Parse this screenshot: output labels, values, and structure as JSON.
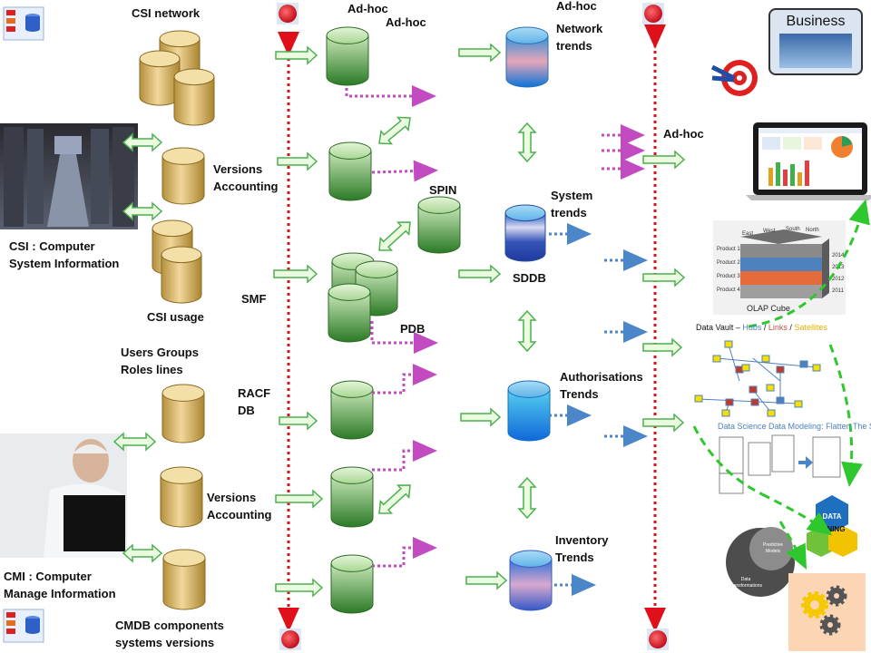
{
  "labels": {
    "csi_network": "CSI network",
    "adhoc_1": "Ad-hoc",
    "adhoc_2": "Ad-hoc",
    "adhoc_3": "Ad-hoc",
    "adhoc_4": "Ad-hoc",
    "network_trends": [
      "Network",
      "trends"
    ],
    "versions_accounting_1": [
      "Versions",
      "Accounting"
    ],
    "spin": "SPIN",
    "system_trends": [
      "System",
      "trends"
    ],
    "csi_title": [
      "CSI : Computer",
      "System Information"
    ],
    "sddb": "SDDB",
    "smf": "SMF",
    "csi_usage": "CSI usage",
    "pdb": "PDB",
    "users_groups": [
      "Users Groups",
      "Roles lines"
    ],
    "racf_db": [
      "RACF",
      "DB"
    ],
    "authorisations_trends": [
      "Authorisations",
      "Trends"
    ],
    "versions_accounting_2": [
      "Versions",
      "Accounting"
    ],
    "inventory_trends": [
      "Inventory",
      "Trends"
    ],
    "cmi_title": [
      "CMI : Computer",
      "Manage Information"
    ],
    "cmdb": [
      "CMDB components",
      "systems versions"
    ],
    "business": "Business",
    "olap_cube": "OLAP Cube",
    "data_vault": {
      "prefix": "Data Vault – ",
      "hubs": "Hubs",
      "sep1": " / ",
      "links": "Links",
      "sep2": " / ",
      "satellites": "Satellites"
    },
    "data_science": "Data Science Data Modeling: Flatten The St",
    "data_mining": [
      "DATA",
      "MINING"
    ],
    "cube_products": [
      "Product 1",
      "Product 2",
      "Product 3",
      "Product 4"
    ],
    "cube_years": [
      "2014",
      "2013",
      "2012",
      "2011"
    ],
    "cube_regions": [
      "East",
      "West",
      "South",
      "North"
    ],
    "predictive": [
      "Predictive",
      "Models"
    ],
    "transformations": [
      "Data",
      "Transformations"
    ]
  },
  "colors": {
    "red_line": "#e0101a",
    "magenta_arrow": "#c24bc2",
    "blue_arrow": "#4a86c8",
    "green_dash": "#2ec82e",
    "arrow_fill": "#ebfbe0",
    "arrow_stroke": "#4caf50"
  }
}
